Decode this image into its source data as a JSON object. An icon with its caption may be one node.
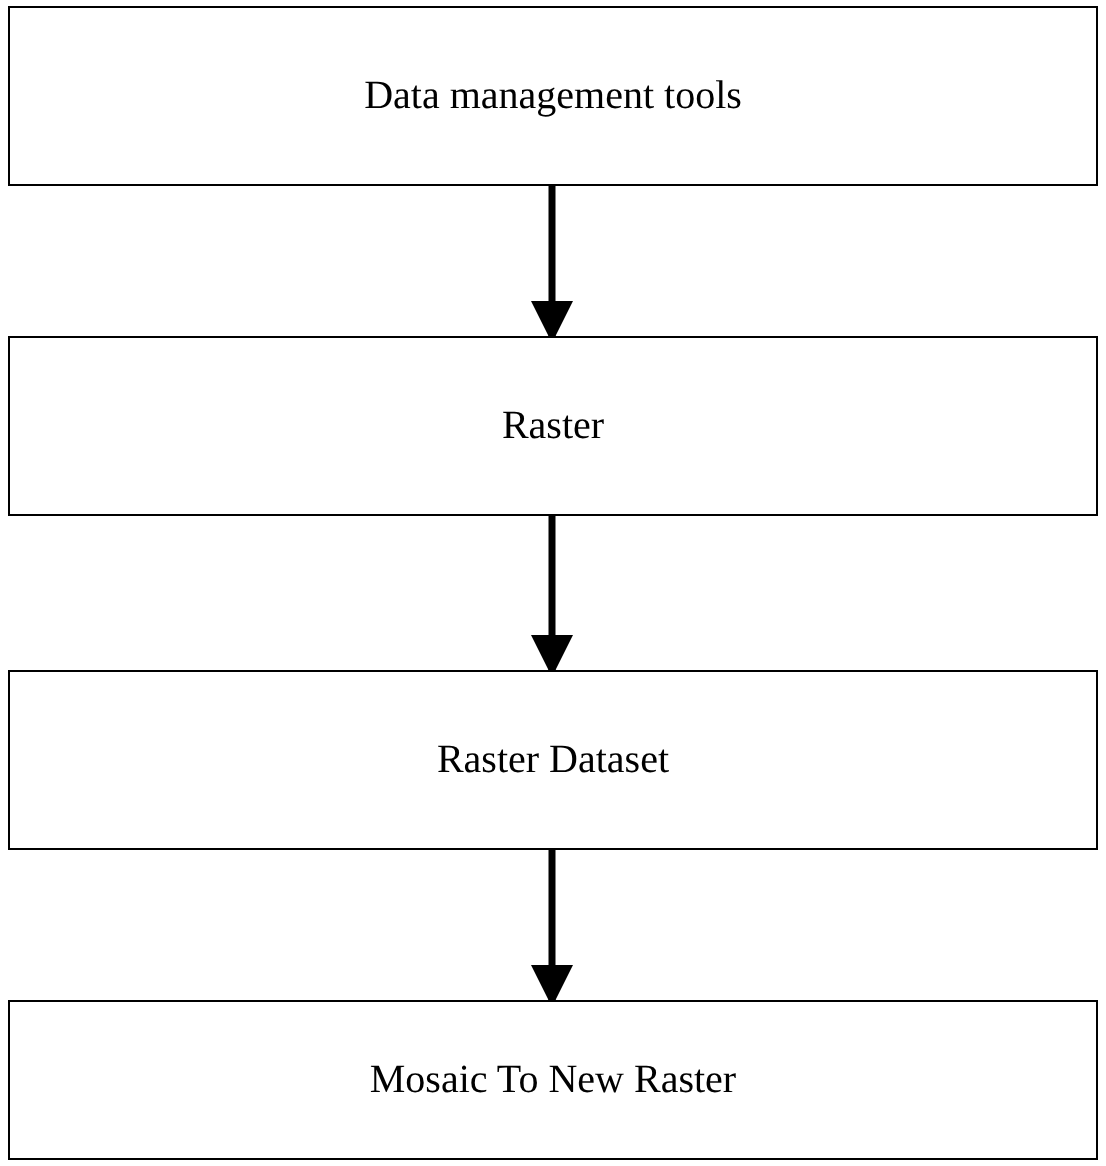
{
  "diagram": {
    "nodes": [
      {
        "text": [
          "Data management tools"
        ]
      },
      {
        "text": [
          "Raster"
        ]
      },
      {
        "text": [
          "Raster Dataset"
        ]
      },
      {
        "text": [
          "Mosaic To New Raster"
        ]
      }
    ],
    "edges": [
      {
        "from": 0,
        "to": 1,
        "arrow": "to"
      },
      {
        "from": 1,
        "to": 2,
        "arrow": "to"
      },
      {
        "from": 2,
        "to": 3,
        "arrow": "to"
      }
    ]
  }
}
